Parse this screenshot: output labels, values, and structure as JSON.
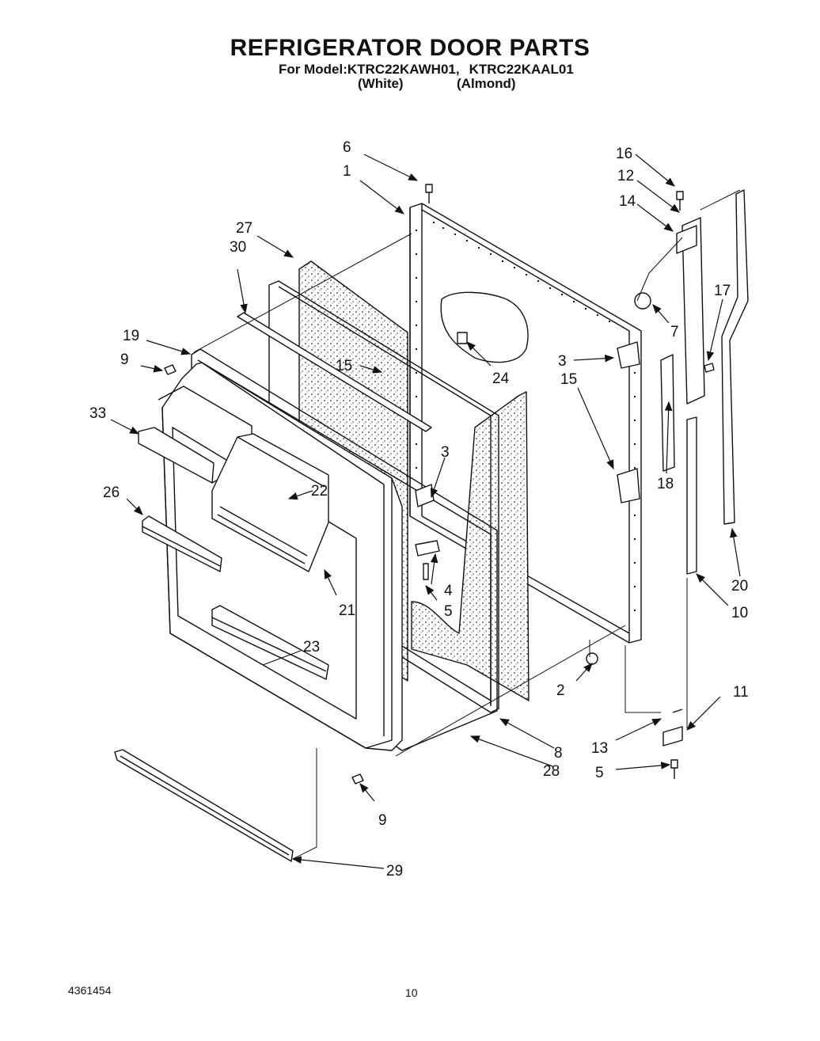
{
  "header": {
    "title": "REFRIGERATOR DOOR PARTS",
    "model_prefix": "For Model:",
    "model_1": "KTRC22KAWH01,",
    "model_2": "KTRC22KAAL01",
    "color_1": "(White)",
    "color_2": "(Almond)"
  },
  "callouts": {
    "c1": "1",
    "c2": "2",
    "c3a": "3",
    "c3b": "3",
    "c4": "4",
    "c5a": "5",
    "c5b": "5",
    "c6": "6",
    "c7": "7",
    "c8": "8",
    "c9a": "9",
    "c9b": "9",
    "c10": "10",
    "c11": "11",
    "c12": "12",
    "c13": "13",
    "c14": "14",
    "c15a": "15",
    "c15b": "15",
    "c16": "16",
    "c17": "17",
    "c18": "18",
    "c19": "19",
    "c20": "20",
    "c21": "21",
    "c22": "22",
    "c23": "23",
    "c24": "24",
    "c26": "26",
    "c27": "27",
    "c28": "28",
    "c29": "29",
    "c30": "30",
    "c33": "33"
  },
  "footer": {
    "doc_number": "4361454",
    "page_number": "10"
  }
}
